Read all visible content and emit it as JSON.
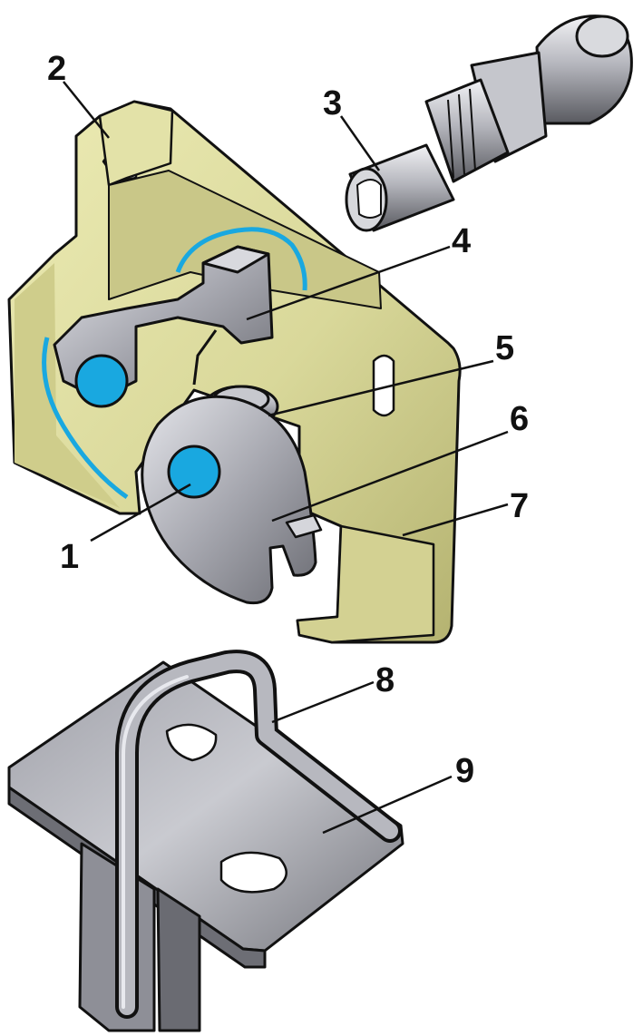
{
  "callouts": [
    {
      "id": "1",
      "label": "1"
    },
    {
      "id": "2",
      "label": "2"
    },
    {
      "id": "3",
      "label": "3"
    },
    {
      "id": "4",
      "label": "4"
    },
    {
      "id": "5",
      "label": "5"
    },
    {
      "id": "6",
      "label": "6"
    },
    {
      "id": "7",
      "label": "7"
    },
    {
      "id": "8",
      "label": "8"
    },
    {
      "id": "9",
      "label": "9"
    }
  ],
  "colors": {
    "housing": "#dcdc9a",
    "housing_shade": "#b9b774",
    "metal_light": "#c8c9cf",
    "metal_mid": "#9a9ba3",
    "metal_dark": "#5e5f66",
    "accent_blue": "#19a8e0",
    "line": "#111111"
  }
}
